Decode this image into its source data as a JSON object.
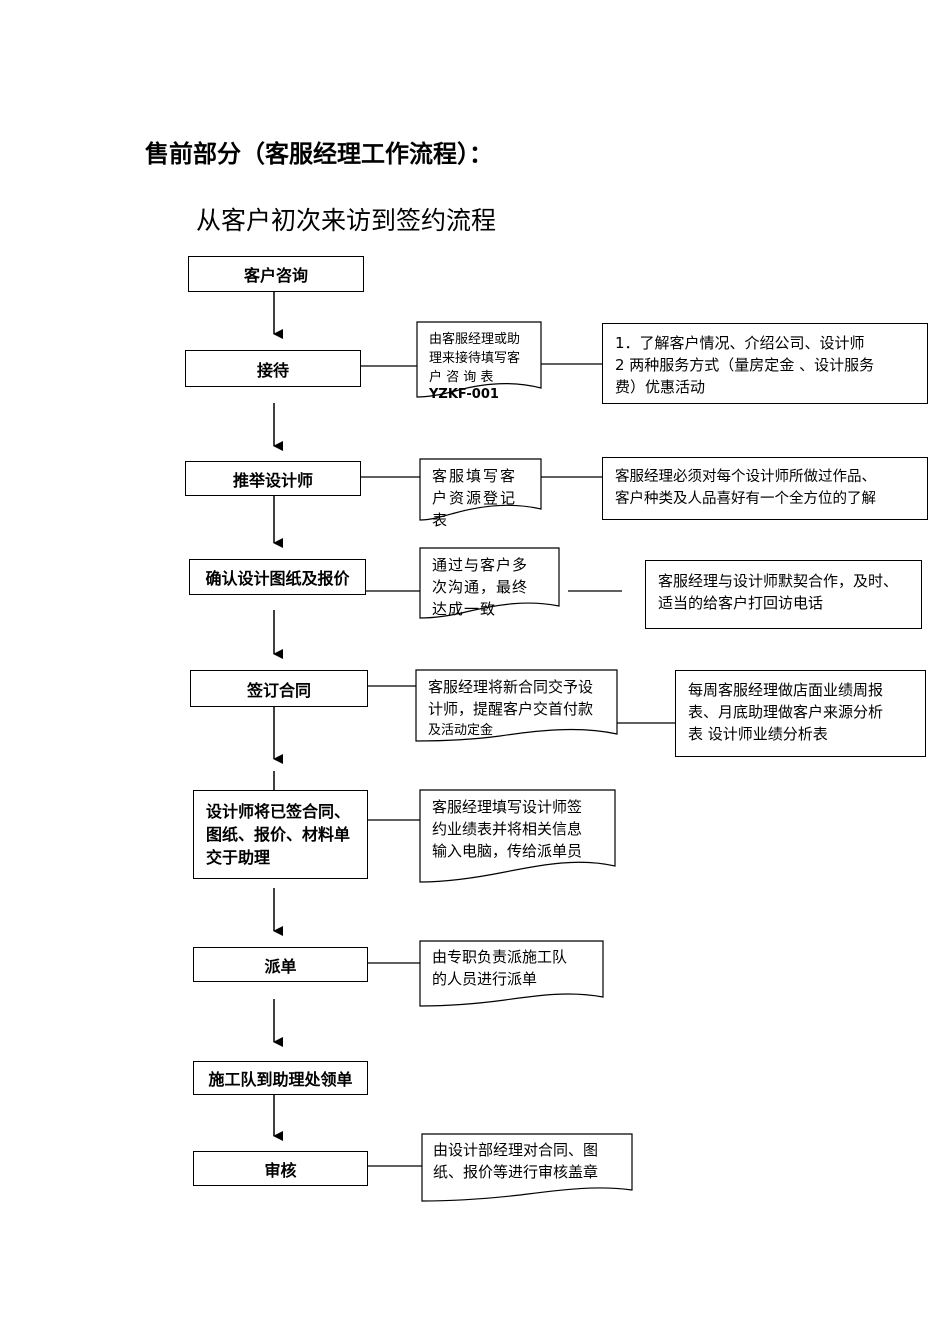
{
  "title": "售前部分（客服经理工作流程）：",
  "subtitle": "从客户初次来访到签约流程",
  "steps": {
    "s1": "客户咨询",
    "s2": "接待",
    "s3": "推举设计师",
    "s4": "确认设计图纸及报价",
    "s5": "签订合同",
    "s6": [
      "设计师将已签合同、",
      "图纸、报价、材料单",
      "交于助理"
    ],
    "s7": "派单",
    "s8": "施工队到助理处领单",
    "s9": "审核"
  },
  "documents": {
    "d2": [
      "由客服经理或助",
      "理来接待填写客",
      "户 咨 询 表",
      "YZKF-001"
    ],
    "d3": [
      "客服填写客",
      "户资源登记",
      "表"
    ],
    "d4": [
      "通过与客户多",
      "次沟通，最终",
      "达成一致"
    ],
    "d5": [
      "客服经理将新合同交予设",
      "计师，提醒客户交首付款",
      "及活动定金"
    ],
    "d6": [
      "客服经理填写设计师签",
      "约业绩表并将相关信息",
      "输入电脑，传给派单员"
    ],
    "d7": [
      "由专职负责派施工队",
      "的人员进行派单"
    ],
    "d9": [
      "由设计部经理对合同、图",
      "纸、报价等进行审核盖章"
    ]
  },
  "notes": {
    "n2": [
      "1．了解客户情况、介绍公司、设计师",
      "2 两种服务方式（量房定金 、设计服务",
      "费）优惠活动"
    ],
    "n3": [
      "客服经理必须对每个设计师所做过作品、",
      "客户种类及人品喜好有一个全方位的了解"
    ],
    "n4": [
      "客服经理与设计师默契合作，及时、",
      "适当的给客户打回访电话"
    ],
    "n5": [
      "每周客服经理做店面业绩周报",
      "表、月底助理做客户来源分析",
      "表 设计师业绩分析表"
    ]
  }
}
